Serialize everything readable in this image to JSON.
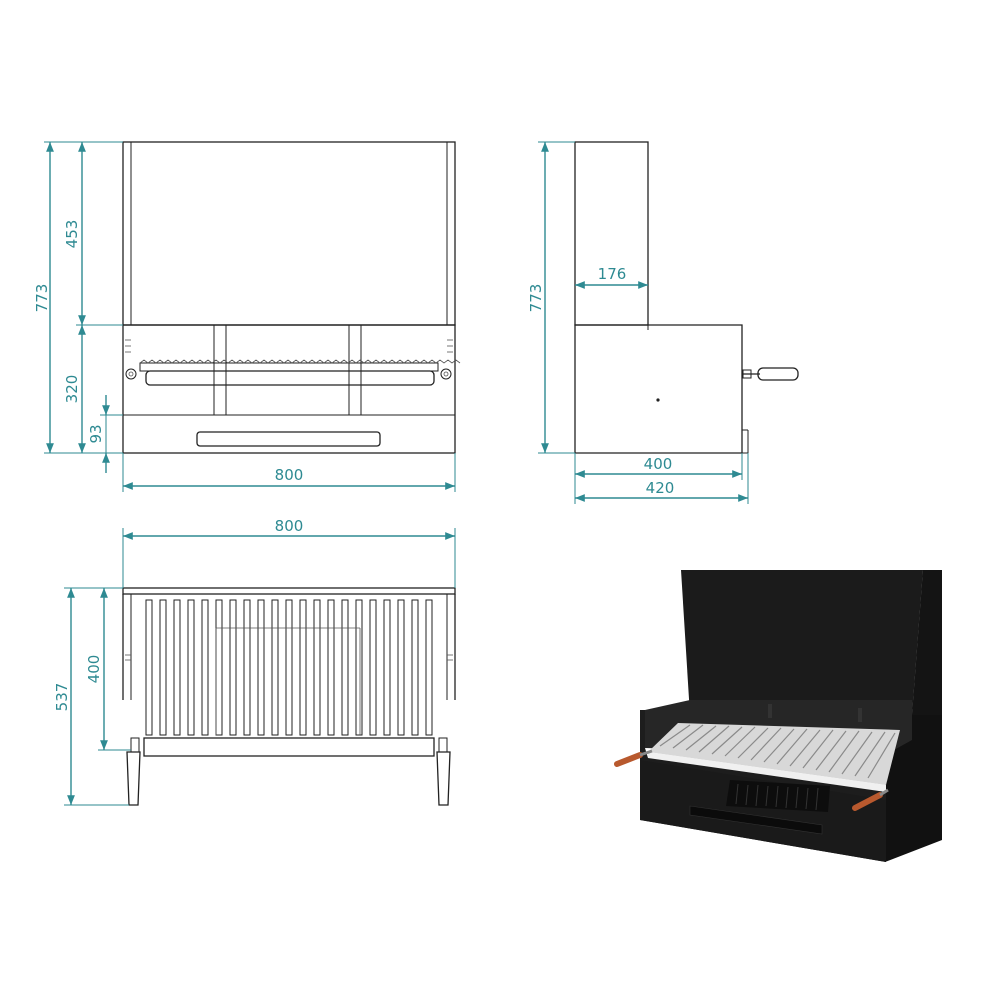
{
  "dimensions": {
    "front": {
      "total_height": "773",
      "hood_height": "453",
      "box_height": "320",
      "drawer_height": "93",
      "width": "800"
    },
    "side": {
      "total_height": "773",
      "hood_depth": "176",
      "box_depth": "400",
      "total_depth": "420"
    },
    "top": {
      "width": "800",
      "total_depth": "537",
      "grill_depth": "400"
    }
  },
  "colors": {
    "dimension_line": "#2e8a92",
    "outline": "#222222",
    "body": "#1b1b1b",
    "handle": "#b8592e",
    "grill_bar": "#e6e6e6"
  }
}
